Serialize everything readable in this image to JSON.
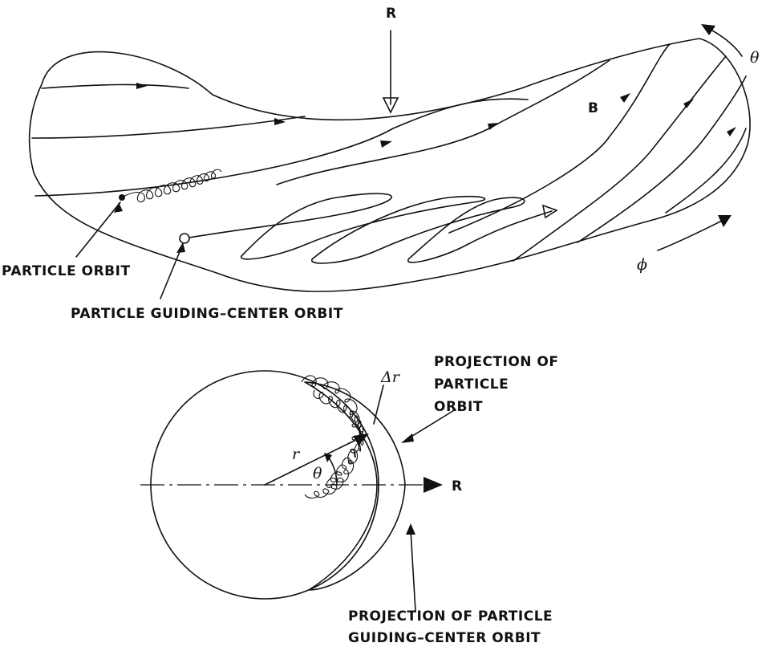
{
  "torus_view": {
    "major_radius_label": "R",
    "poloidal_angle_label": "θ",
    "toroidal_angle_label": "ϕ",
    "field_label": "B",
    "particle_orbit_label": "PARTICLE ORBIT",
    "guiding_center_label": "PARTICLE GUIDING–CENTER ORBIT"
  },
  "cross_section_view": {
    "minor_radius_label": "r",
    "angle_label": "θ",
    "delta_r_label": "Δr",
    "axis_label": "R",
    "projection_orbit_label": [
      "PROJECTION OF",
      "PARTICLE",
      "ORBIT"
    ],
    "projection_gc_label": [
      "PROJECTION OF PARTICLE",
      "GUIDING–CENTER ORBIT"
    ]
  }
}
